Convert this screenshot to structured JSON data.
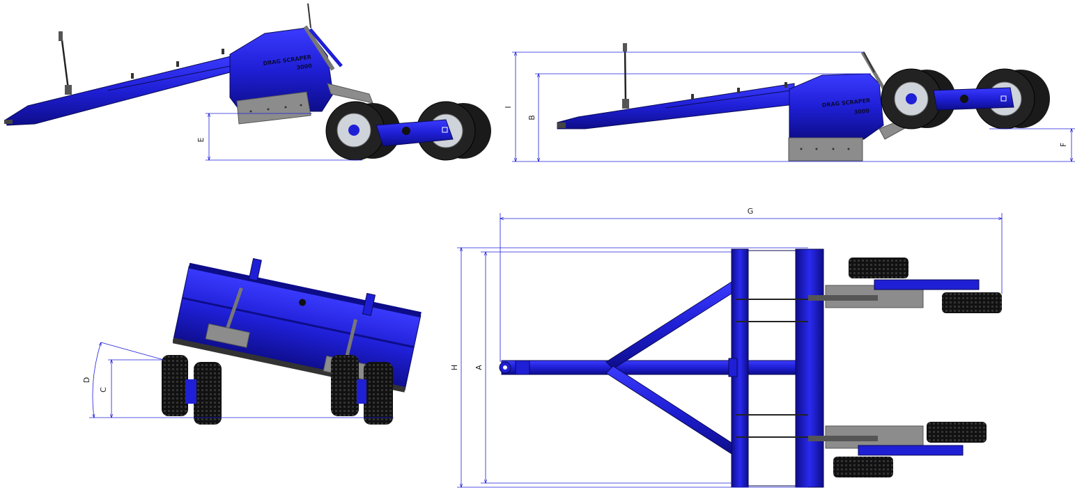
{
  "colors": {
    "body_blue": "#1f1fd6",
    "body_blue_dark": "#0d0d8a",
    "body_blue_light": "#3b3bff",
    "steel_gray": "#8c8c8c",
    "tire_black": "#1a1a1a",
    "rim_silver": "#cfd3da",
    "dimension_line": "#1b1bdc"
  },
  "machine": {
    "branding_line1": "DRAG SCRAPER",
    "branding_line2": "3000"
  },
  "views": {
    "side_left": {
      "dims": [
        "E"
      ]
    },
    "side_right": {
      "dims": [
        "I",
        "B",
        "F"
      ]
    },
    "front_tilted": {
      "dims": [
        "D",
        "C"
      ]
    },
    "top_plan": {
      "dims": [
        "G",
        "H",
        "A"
      ]
    }
  },
  "dimensions": {
    "A": "A",
    "B": "B",
    "C": "C",
    "D": "D",
    "E": "E",
    "F": "F",
    "G": "G",
    "H": "H",
    "I": "I"
  }
}
